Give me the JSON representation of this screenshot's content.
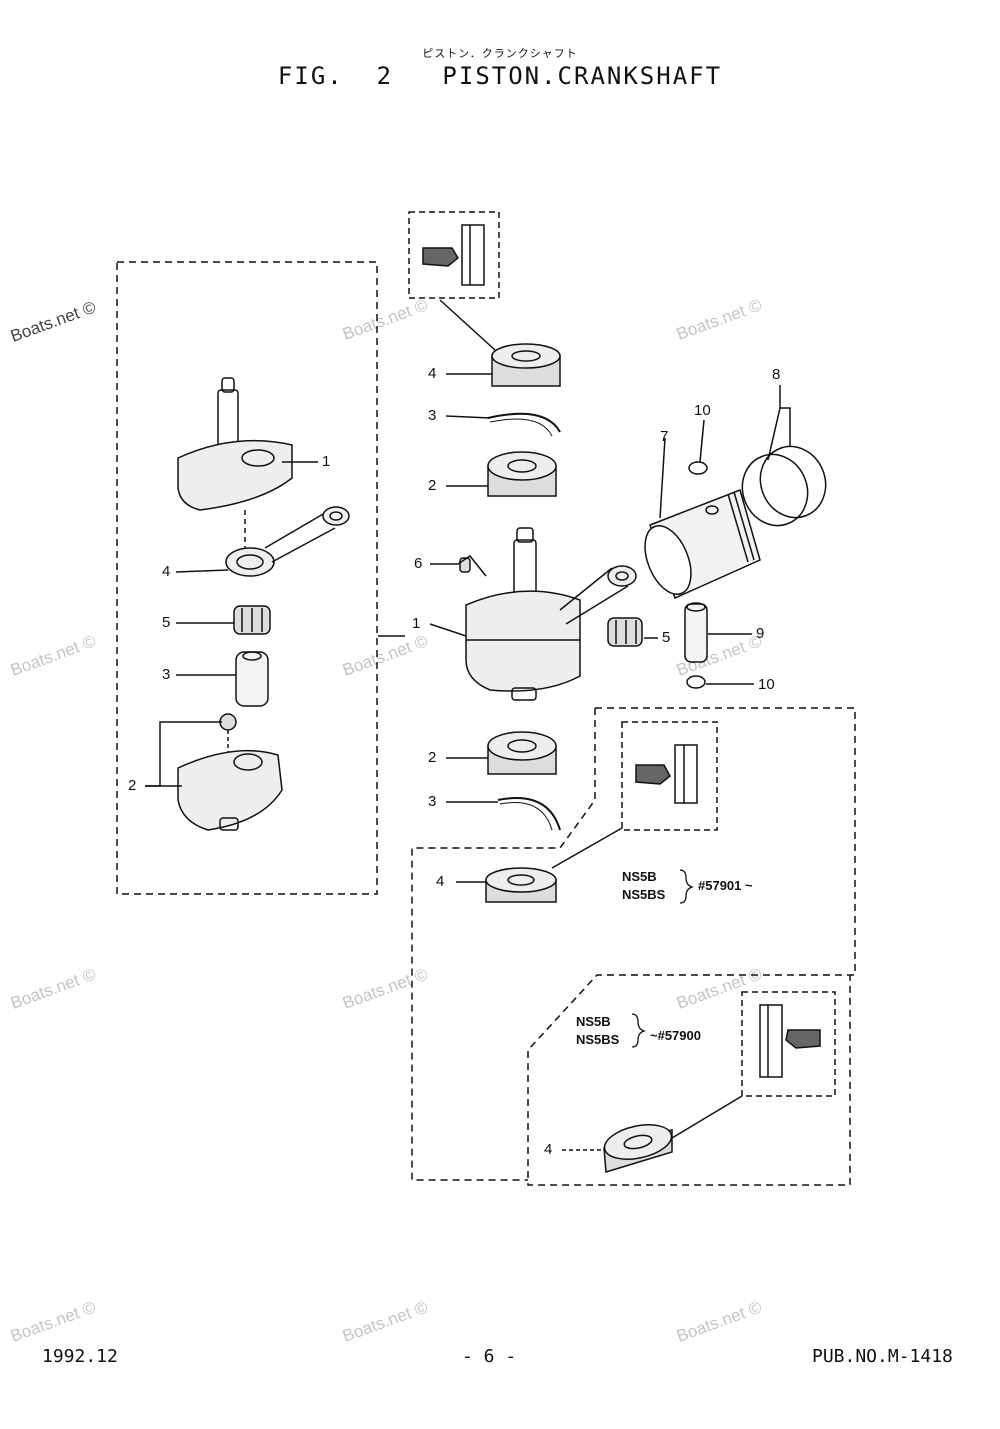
{
  "header": {
    "subtitle_jp": "ピストン．クランクシャフト",
    "figure_title": "FIG.  2   PISTON.CRANKSHAFT"
  },
  "footer": {
    "date": "1992.12",
    "page": "- 6 -",
    "publication": "PUB.NO.M-1418"
  },
  "callouts": {
    "left": [
      "1",
      "4",
      "5",
      "3",
      "2"
    ],
    "right": [
      "4",
      "3",
      "2",
      "6",
      "1",
      "5",
      "7",
      "8",
      "9",
      "10",
      "10",
      "2",
      "3"
    ],
    "lower": [
      "4",
      "4"
    ]
  },
  "variants": [
    {
      "models": [
        "NS5B",
        "NS5BS"
      ],
      "serial": "#57901 ~"
    },
    {
      "models": [
        "NS5B",
        "NS5BS"
      ],
      "serial": "~#57900"
    }
  ],
  "watermark": "Boats.net ©"
}
